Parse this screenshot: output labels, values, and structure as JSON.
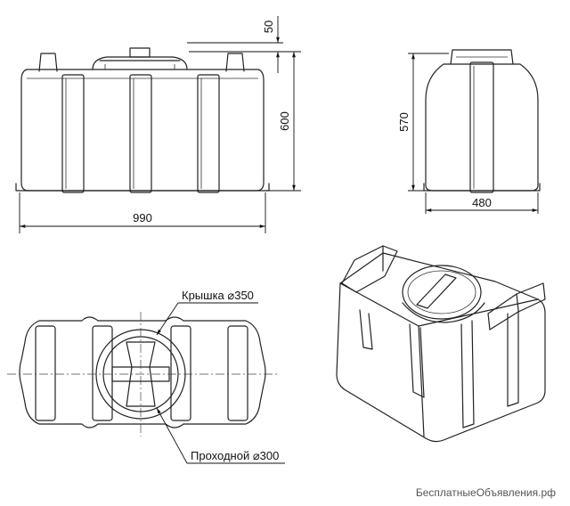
{
  "dimensions": {
    "top_offset": "50",
    "height": "600",
    "length": "990",
    "side_height": "570",
    "width": "480"
  },
  "callouts": {
    "lid": "Крышка ⌀350",
    "manhole": "Проходной ⌀300"
  },
  "watermark": "БесплатныеОбъявления.рф"
}
